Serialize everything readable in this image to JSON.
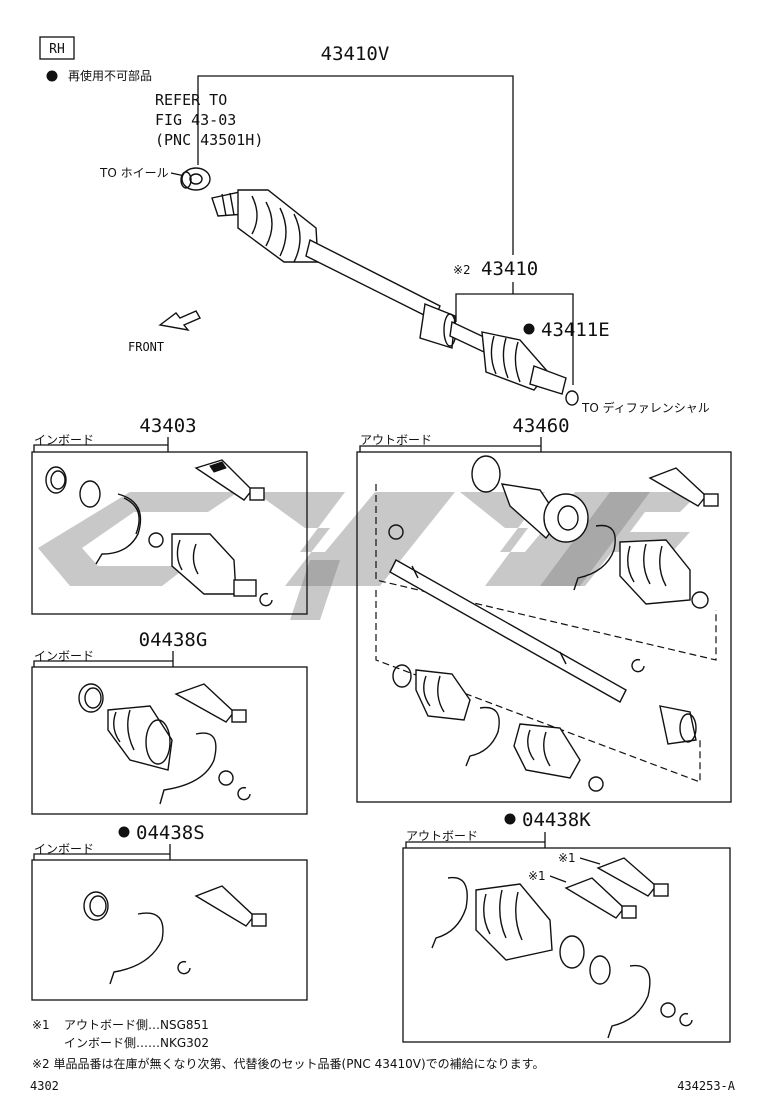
{
  "side_label": "RH",
  "legend_nonreusable": "再使用不可部品",
  "main_assembly": {
    "pnc": "43410V",
    "refer_line1": "REFER TO",
    "refer_line2": "FIG 43-03",
    "refer_line3": "(PNC 43501H)",
    "to_wheel": "TO ホイール",
    "front": "FRONT",
    "shaft_pnc": "43410",
    "shaft_note": "※2",
    "clip_pnc": "43411E",
    "to_diff": "TO ディファレンシャル"
  },
  "kits": [
    {
      "pnc": "43403",
      "side": "インボード"
    },
    {
      "pnc": "43460",
      "side": "アウトボード"
    },
    {
      "pnc": "04438G",
      "side": "インボード"
    },
    {
      "pnc": "04438S",
      "side": "インボード"
    },
    {
      "pnc": "04438K",
      "side": "アウトボード"
    }
  ],
  "kit_notes": {
    "note1": "※1",
    "note1b": "※1"
  },
  "footnotes": {
    "n1_mark": "※1",
    "n1_line1": "アウトボード側…NSG851",
    "n1_line2": "インボード側……NKG302",
    "n2": "※2 単品品番は在庫が無くなり次第、代替後のセット品番(PNC 43410V)での補給になります。"
  },
  "figure_no": "4302",
  "drawing_no": "434253-A",
  "icons": [
    "grease-tube-icon",
    "boot-band-icon",
    "snap-ring-icon",
    "front-arrow-icon",
    "nonreusable-dot-icon",
    "watermark-logo-icon"
  ]
}
